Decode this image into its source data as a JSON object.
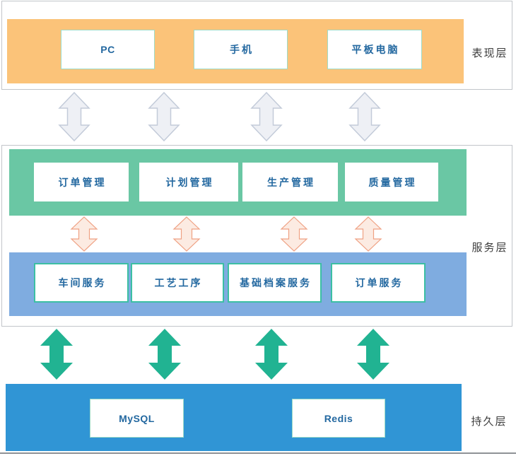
{
  "diagram": {
    "title": "layered-architecture",
    "layers": [
      {
        "name": "presentation",
        "label": "表现层",
        "boxes": [
          "PC",
          "手机",
          "平板电脑"
        ]
      },
      {
        "name": "service",
        "label": "服务层",
        "rows": [
          {
            "name": "management",
            "boxes": [
              "订单管理",
              "计划管理",
              "生产管理",
              "质量管理"
            ]
          },
          {
            "name": "services",
            "boxes": [
              "车间服务",
              "工艺工序",
              "基础档案服务",
              "订单服务"
            ]
          }
        ]
      },
      {
        "name": "persistence",
        "label": "持久层",
        "boxes": [
          "MySQL",
          "Redis"
        ]
      }
    ],
    "colors": {
      "presentation_band": "#fbc379",
      "management_band": "#6ac7a4",
      "service_band": "#7face0",
      "persistence_band": "#3095d5",
      "gray_arrow_fill": "#eef0f5",
      "gray_arrow_stroke": "#c3cbd9",
      "pink_arrow_fill": "#fcebe2",
      "pink_arrow_stroke": "#efa183",
      "teal_arrow_fill": "#21b392",
      "box_text": "#2368a0",
      "layer_label_text": "#3c3c3c"
    }
  }
}
